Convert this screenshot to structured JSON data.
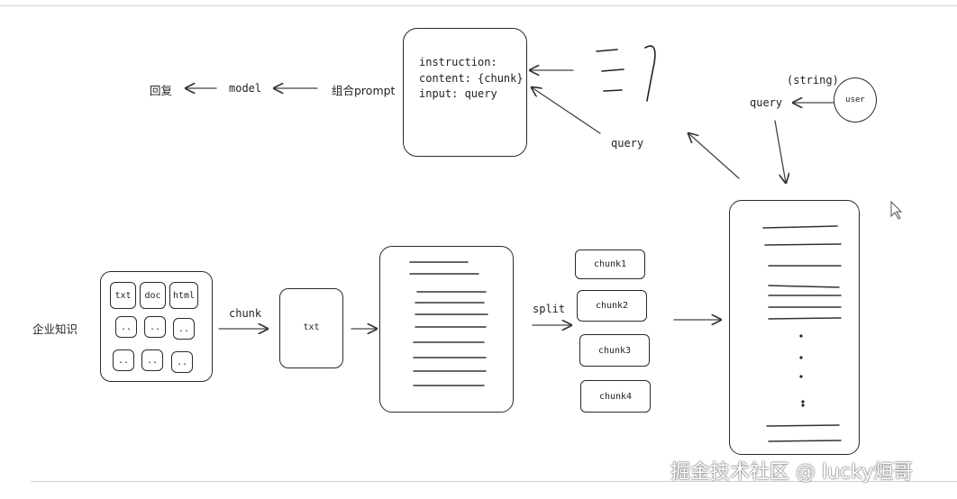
{
  "labels": {
    "reply": "回复",
    "model": "model",
    "combine_prompt": "组合prompt",
    "enterprise_knowledge": "企业知识",
    "chunk": "chunk",
    "split": "split",
    "query_mid": "query",
    "query_right": "query",
    "string": "(string)",
    "user": "user"
  },
  "prompt_box": {
    "line1": "instruction:",
    "line2": "content: {chunk}",
    "line3": "input: query"
  },
  "files": {
    "tiles": [
      "txt",
      "doc",
      "html",
      "..",
      "..",
      "..",
      "..",
      "..",
      ".."
    ]
  },
  "txt_box": {
    "label": "txt"
  },
  "chunks": [
    "chunk1",
    "chunk2",
    "chunk3",
    "chunk4"
  ],
  "watermark": {
    "text": "掘金技术社区 @ lucky烜哥"
  }
}
